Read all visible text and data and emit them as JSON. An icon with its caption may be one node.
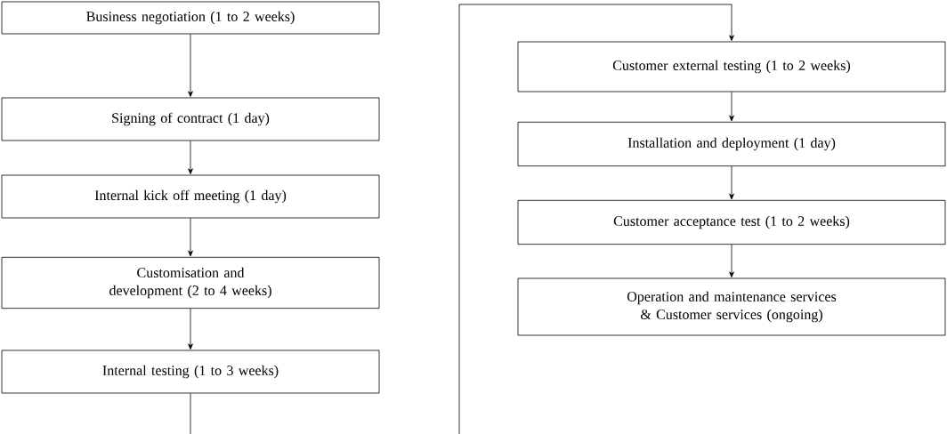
{
  "diagram": {
    "nodes": [
      {
        "text": [
          "Business negotiation (1 to 2 weeks)"
        ]
      },
      {
        "text": [
          "Signing of contract (1 day)"
        ]
      },
      {
        "text": [
          "Internal kick off meeting (1 day)"
        ]
      },
      {
        "text": [
          "Customisation and development (2 to 4 weeks)"
        ]
      },
      {
        "text": [
          "Internal testing (1 to 3 weeks)"
        ]
      },
      {
        "text": [
          "Customer external testing (1 to 2 weeks)"
        ]
      },
      {
        "text": [
          "Installation and deployment (1 day)"
        ]
      },
      {
        "text": [
          "Customer acceptance test (1 to 2 weeks)"
        ]
      },
      {
        "text": [
          "Operation and maintenance services & Customer services (ongoing)"
        ]
      }
    ],
    "edges": [
      {
        "from": 0,
        "to": 1,
        "arrow": "to"
      },
      {
        "from": 1,
        "to": 2,
        "arrow": "to"
      },
      {
        "from": 2,
        "to": 3,
        "arrow": "to"
      },
      {
        "from": 3,
        "to": 4,
        "arrow": "to"
      },
      {
        "from": 4,
        "to": 5,
        "arrow": "to"
      },
      {
        "from": 5,
        "to": 6,
        "arrow": "to"
      },
      {
        "from": 6,
        "to": 7,
        "arrow": "to"
      },
      {
        "from": 7,
        "to": 8,
        "arrow": "to"
      }
    ]
  }
}
